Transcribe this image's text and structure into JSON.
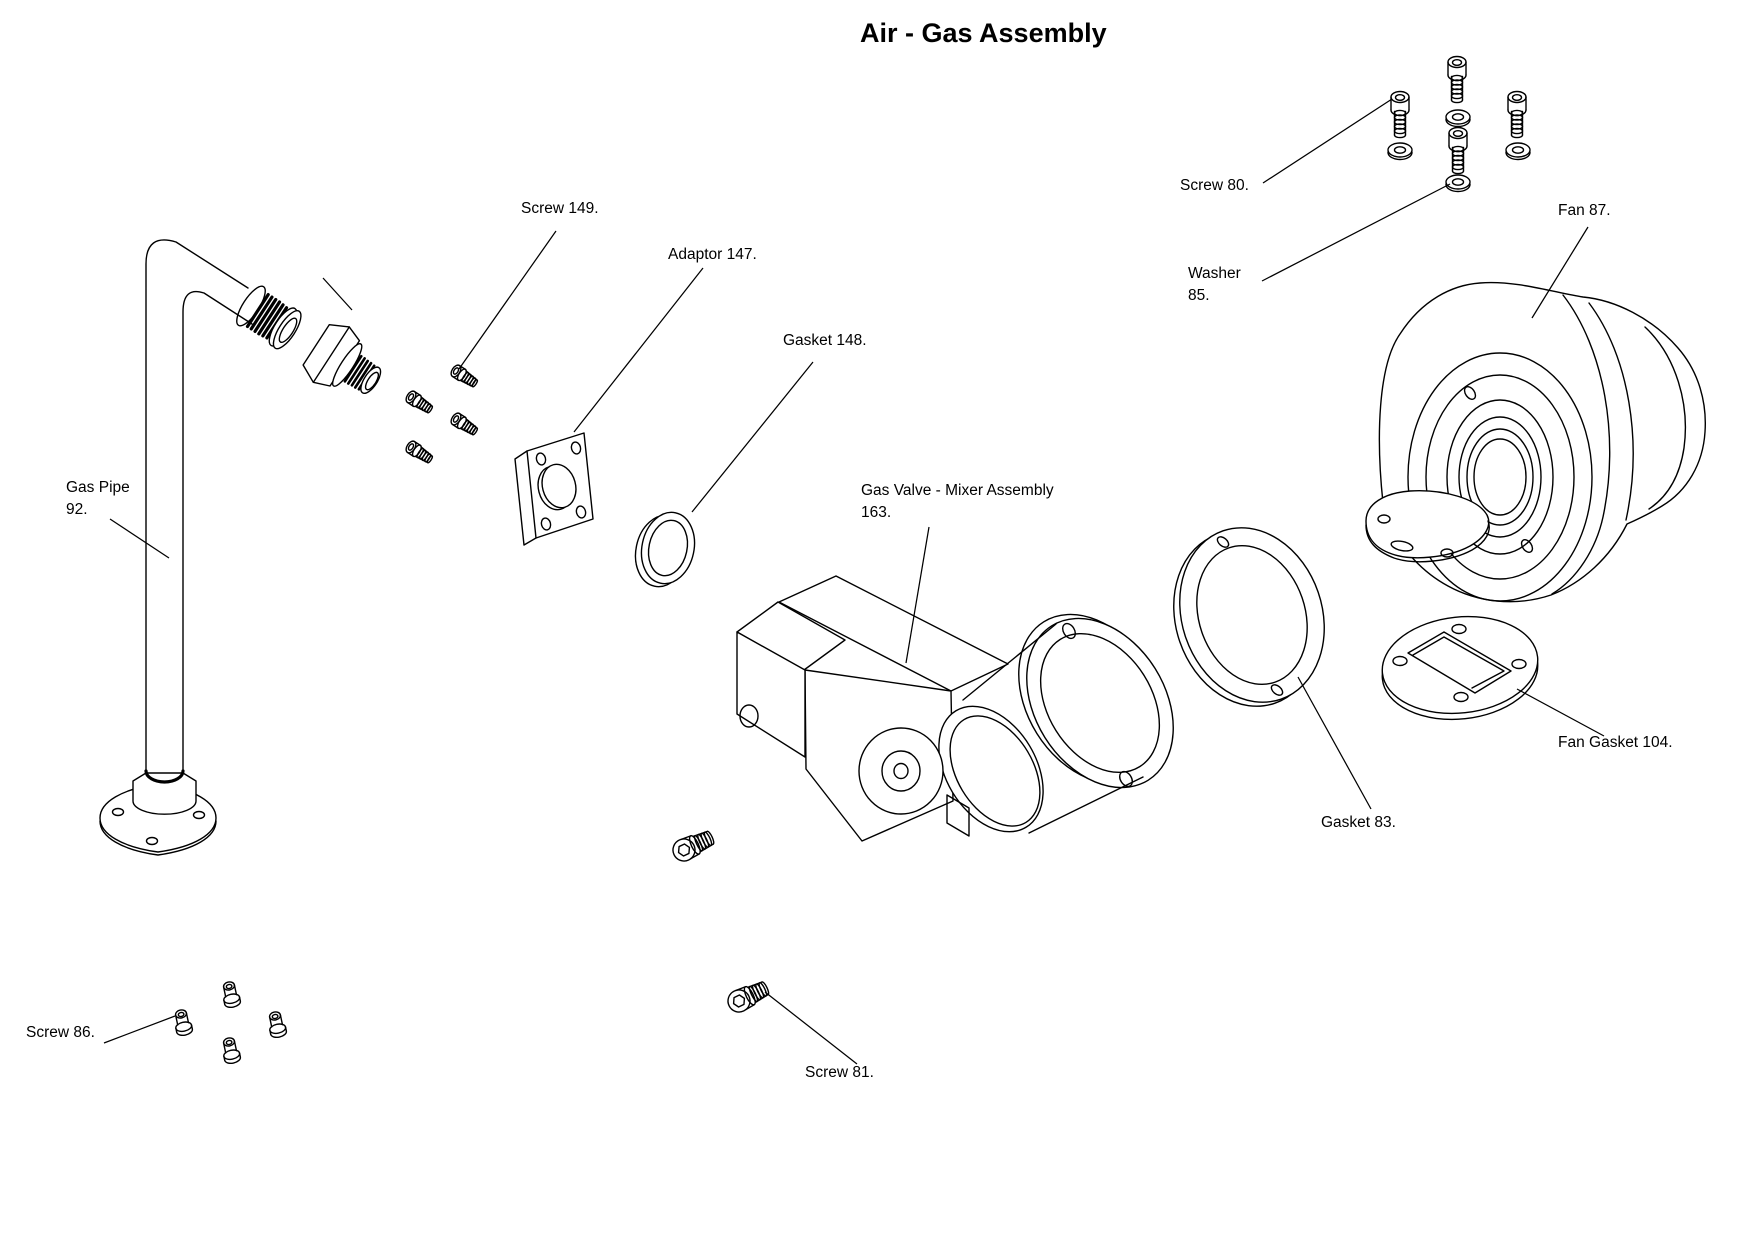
{
  "title": "Air - Gas Assembly",
  "labels": {
    "screw_149": "Screw 149.",
    "adaptor_147": "Adaptor 147.",
    "gasket_148": "Gasket 148.",
    "gas_pipe_92": "Gas Pipe\n92.",
    "screw_80": "Screw 80.",
    "washer_85": "Washer\n85.",
    "fan_87": "Fan 87.",
    "gas_valve_163": "Gas Valve - Mixer Assembly\n163.",
    "fan_gasket_104": "Fan Gasket 104.",
    "gasket_83": "Gasket 83.",
    "screw_86": "Screw 86.",
    "screw_81": "Screw 81."
  },
  "colors": {
    "line": "#000000",
    "background": "#ffffff"
  }
}
